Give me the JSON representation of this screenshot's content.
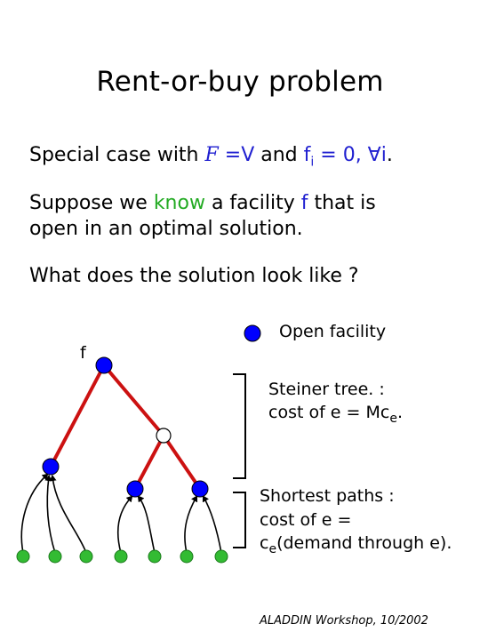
{
  "title": "Rent-or-buy problem",
  "line1": {
    "prefix": "Special case with ",
    "F": "F",
    "eq": " =V",
    "and": " and ",
    "f": "f",
    "sub": "i",
    "rest_blue": " = 0, ∀i",
    "end": "."
  },
  "line2": {
    "a": "Suppose we ",
    "know": "know",
    "b": " a facility ",
    "f": "f",
    "c": " that is"
  },
  "line3": "open in an optimal solution.",
  "line4": "What does the solution look like ?",
  "diagram": {
    "node_label_f": "f",
    "legend_label": "Open facility",
    "steiner_line1": "Steiner tree. :",
    "steiner_line2_a": "cost of e = Mc",
    "steiner_line2_sub": "e",
    "steiner_line2_b": ".",
    "shortest_line1": "Shortest paths :",
    "shortest_line2": "cost of e =",
    "shortest_line3_a": "c",
    "shortest_line3_sub": "e",
    "shortest_line3_b": "(demand through e)."
  },
  "colors": {
    "facility": "#0000ff",
    "client": "#33bb33",
    "steiner_edge": "#cc1111",
    "accent_blue": "#1f1fd0",
    "accent_green": "#22aa22"
  },
  "footer": "ALADDIN Workshop, 10/2002"
}
